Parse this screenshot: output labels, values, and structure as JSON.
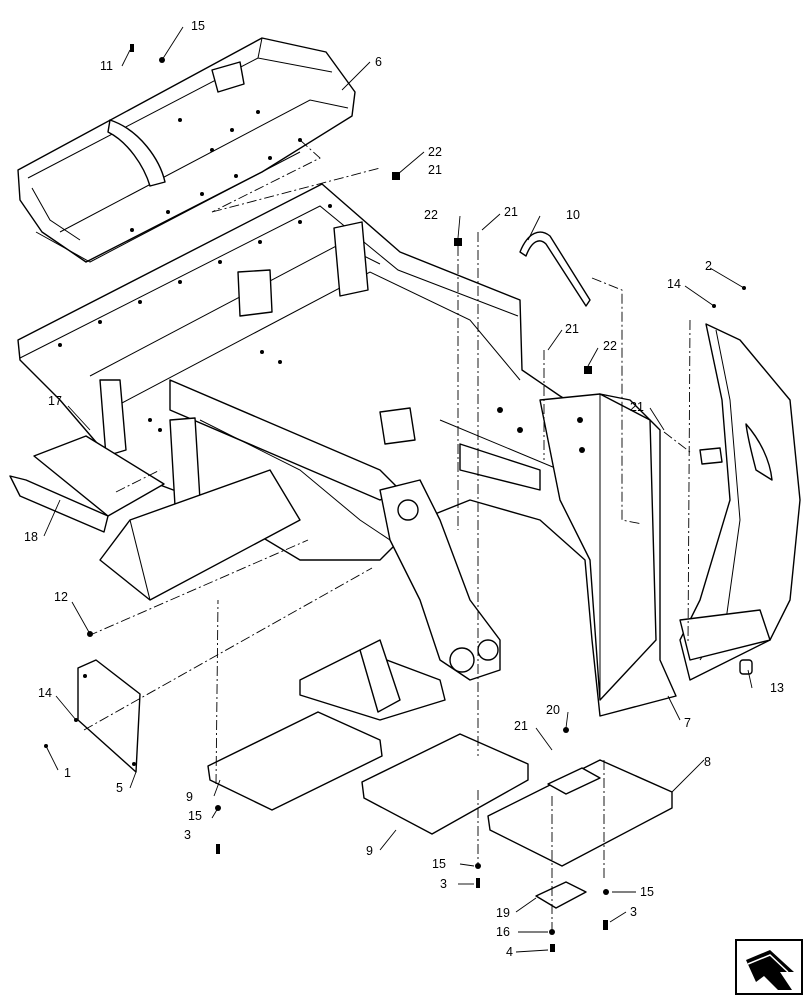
{
  "diagram": {
    "callouts": [
      {
        "id": "c-15-top",
        "text": "15"
      },
      {
        "id": "c-11",
        "text": "11"
      },
      {
        "id": "c-6",
        "text": "6"
      },
      {
        "id": "c-22-a",
        "text": "22"
      },
      {
        "id": "c-21-a",
        "text": "21"
      },
      {
        "id": "c-22-b",
        "text": "22"
      },
      {
        "id": "c-21-b",
        "text": "21"
      },
      {
        "id": "c-10",
        "text": "10"
      },
      {
        "id": "c-2",
        "text": "2"
      },
      {
        "id": "c-14-right",
        "text": "14"
      },
      {
        "id": "c-21-c",
        "text": "21"
      },
      {
        "id": "c-22-c",
        "text": "22"
      },
      {
        "id": "c-21-d",
        "text": "21"
      },
      {
        "id": "c-17",
        "text": "17"
      },
      {
        "id": "c-18",
        "text": "18"
      },
      {
        "id": "c-12",
        "text": "12"
      },
      {
        "id": "c-14-left",
        "text": "14"
      },
      {
        "id": "c-1",
        "text": "1"
      },
      {
        "id": "c-5",
        "text": "5"
      },
      {
        "id": "c-13",
        "text": "13"
      },
      {
        "id": "c-7",
        "text": "7"
      },
      {
        "id": "c-20",
        "text": "20"
      },
      {
        "id": "c-21-e",
        "text": "21"
      },
      {
        "id": "c-8",
        "text": "8"
      },
      {
        "id": "c-9-left",
        "text": "9"
      },
      {
        "id": "c-15-left",
        "text": "15"
      },
      {
        "id": "c-3-left",
        "text": "3"
      },
      {
        "id": "c-9-mid",
        "text": "9"
      },
      {
        "id": "c-15-mid",
        "text": "15"
      },
      {
        "id": "c-3-mid",
        "text": "3"
      },
      {
        "id": "c-19",
        "text": "19"
      },
      {
        "id": "c-16",
        "text": "16"
      },
      {
        "id": "c-4",
        "text": "4"
      },
      {
        "id": "c-15-right",
        "text": "15"
      },
      {
        "id": "c-3-right",
        "text": "3"
      }
    ],
    "navigation_icon": "next-page-arrow-icon"
  }
}
